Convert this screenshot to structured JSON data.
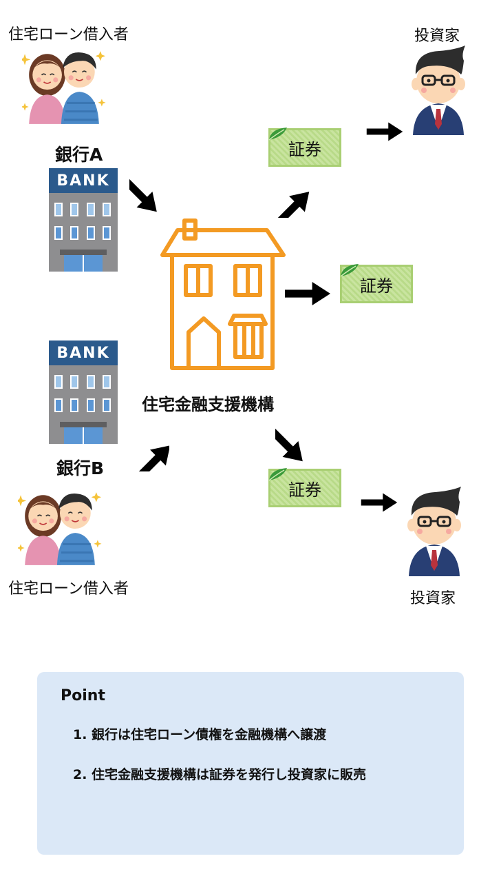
{
  "borrower_label": "住宅ローン借入者",
  "investor_label": "投資家",
  "bank_a": "銀行A",
  "bank_b": "銀行B",
  "bank_sign": "BANK",
  "organization": "住宅金融支援機構",
  "security_label": "証券",
  "point": {
    "title": "Point",
    "items": [
      "1. 銀行は住宅ローン債権を金融機構へ譲渡",
      "2. 住宅金融支援機構は証券を発行し投資家に販売"
    ]
  },
  "colors": {
    "house_outline": "#f39a23",
    "bank_roof": "#2b5a8c",
    "security_green": "#c9e4a0",
    "point_bg": "#dbe8f7",
    "arrow": "#000000"
  }
}
